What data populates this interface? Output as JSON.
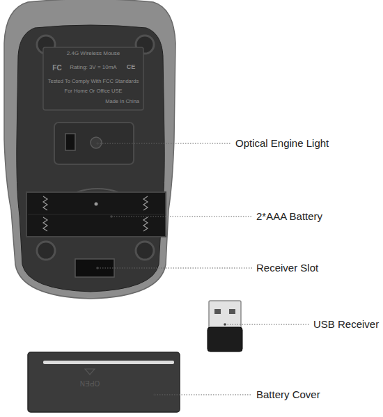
{
  "diagram": {
    "labels": [
      "2.4G Wireless Mouse",
      "FC",
      "Rating: 3V = 10mA",
      "CE",
      "Tested To Comply With FCC Standards",
      "For Home Or Office USE",
      "Made In China",
      "Optical Engine Light",
      "2*AAA Battery",
      "Receiver Slot",
      "USB Receiver",
      "OPEN",
      "Battery Cover"
    ]
  }
}
